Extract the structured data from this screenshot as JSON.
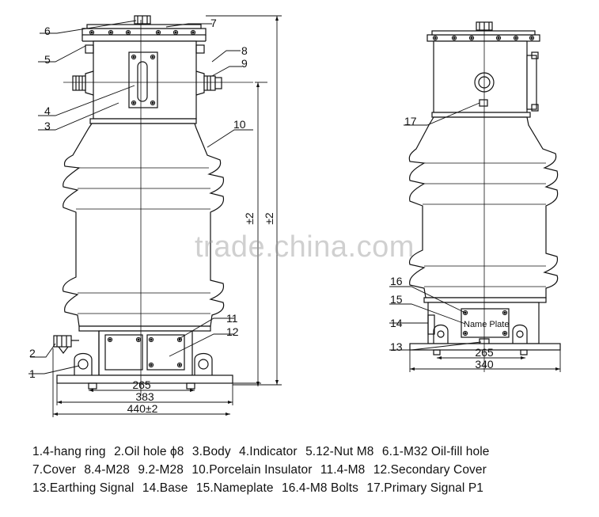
{
  "callouts": {
    "left": [
      "6",
      "7",
      "5",
      "8",
      "9",
      "4",
      "3",
      "10",
      "11",
      "12",
      "2",
      "1"
    ],
    "right": [
      "17",
      "16",
      "15",
      "14",
      "13"
    ]
  },
  "dimensions": {
    "left_width_265": "265",
    "left_width_383": "383",
    "left_width_440": "440±2",
    "left_height_inner": "±2",
    "left_height_outer": "±2",
    "right_width_265": "265",
    "right_width_340": "340"
  },
  "name_plate": "Name Plate",
  "legend": {
    "rows": [
      [
        "1.4-hang ring",
        "2.Oil hole ϕ8",
        "3.Body",
        "4.Indicator",
        "5.12-Nut M8",
        "6.1-M32 Oil-fill hole"
      ],
      [
        "7.Cover",
        "8.4-M28",
        "9.2-M28",
        "10.Porcelain Insulator",
        "11.4-M8",
        "12.Secondary Cover"
      ],
      [
        "13.Earthing Signal",
        "14.Base",
        "15.Nameplate",
        "16.4-M8 Bolts",
        "17.Primary Signal P1"
      ]
    ]
  },
  "watermark": "trade.china.com"
}
